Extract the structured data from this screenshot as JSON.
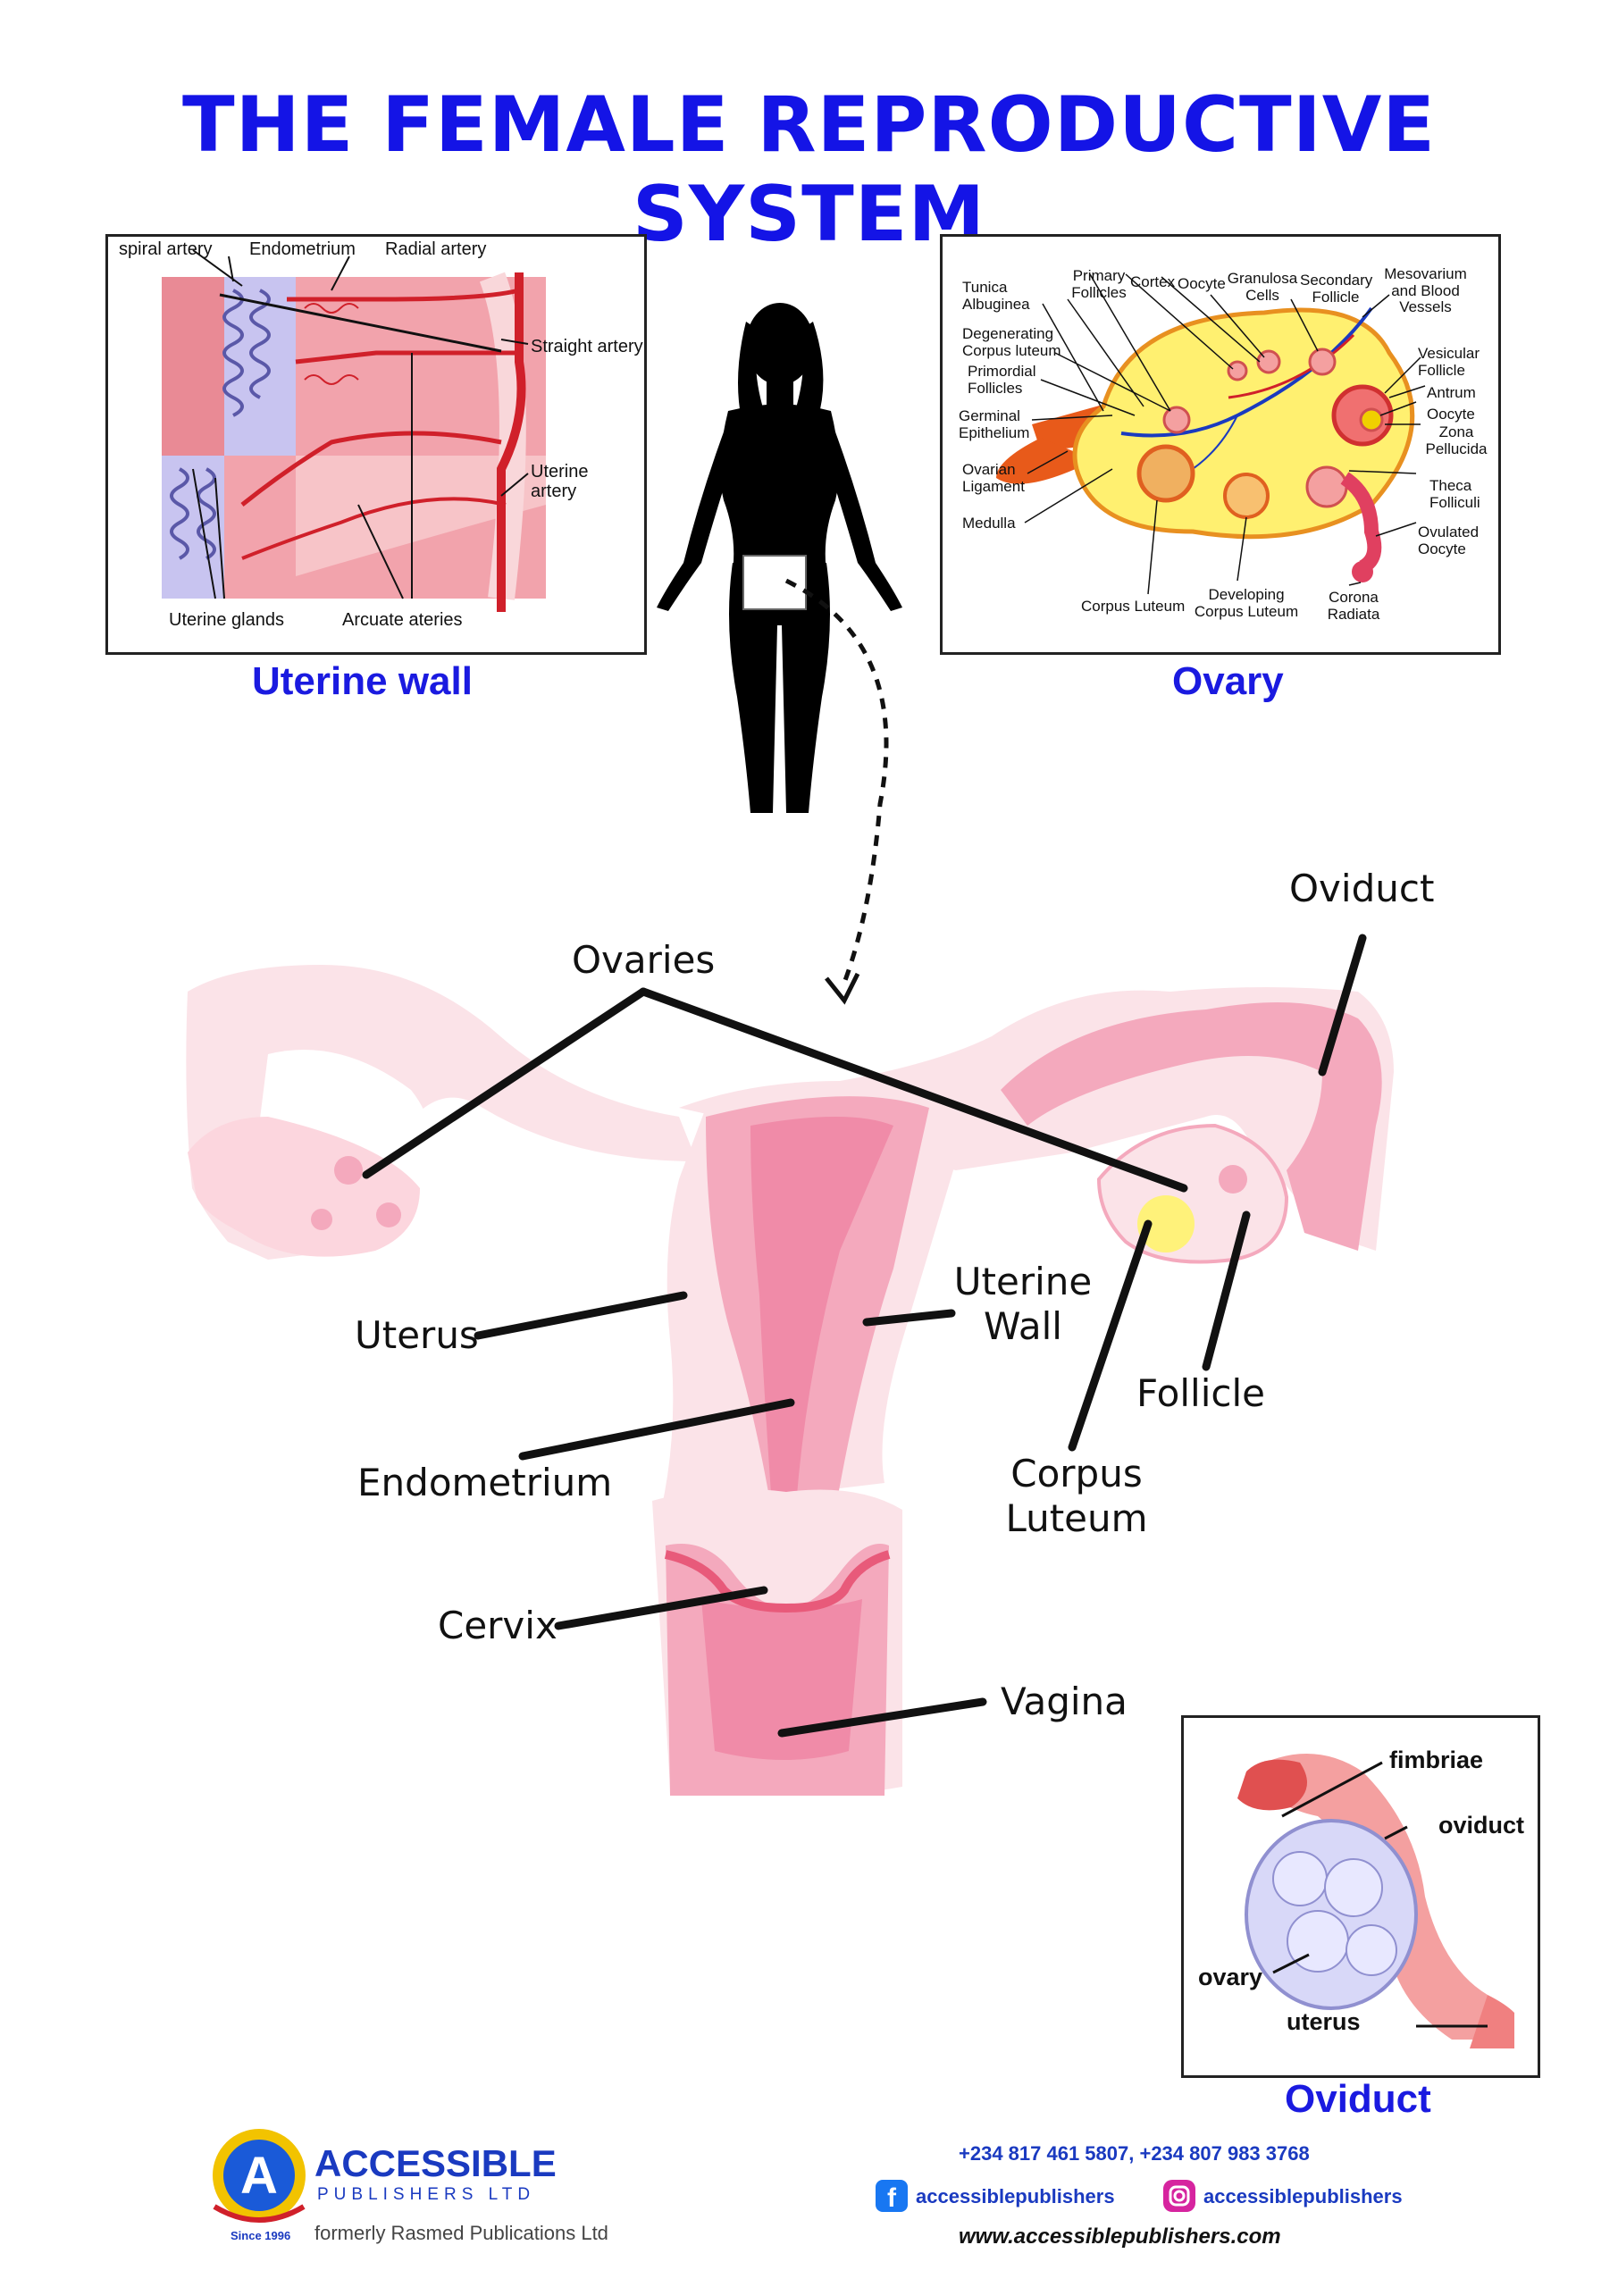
{
  "title": "THE FEMALE REPRODUCTIVE SYSTEM",
  "uterine_wall": {
    "caption": "Uterine wall",
    "labels": {
      "spiral_artery": "spiral artery",
      "endometrium": "Endometrium",
      "radial_artery": "Radial artery",
      "straight_artery": "Straight artery",
      "uterine_artery": "Uterine artery",
      "uterine_glands": "Uterine glands",
      "arcuate_ateries": "Arcuate ateries"
    }
  },
  "ovary": {
    "caption": "Ovary",
    "labels": {
      "tunica_albuginea": "Tunica Albuginea",
      "primary_follicles": "Primary Follicles",
      "cortex": "Cortex",
      "oocyte_top": "Oocyte",
      "granulosa_cells": "Granulosa Cells",
      "secondary_follicle": "Secondary Follicle",
      "mesovarium": "Mesovarium and Blood Vessels",
      "degenerating_corpus_luteum": "Degenerating Corpus luteum",
      "primordial_follicles": "Primordial Follicles",
      "germinal_epithelium": "Germinal Epithelium",
      "ovarian_ligament": "Ovarian Ligament",
      "medulla": "Medulla",
      "vesicular_follicle": "Vesicular Follicle",
      "antrum": "Antrum",
      "oocyte_right": "Oocyte",
      "zona_pellucida": "Zona Pellucida",
      "theca_folliculi": "Theca Folliculi",
      "ovulated_oocyte": "Ovulated Oocyte",
      "corpus_luteum": "Corpus Luteum",
      "developing_corpus_luteum": "Developing Corpus Luteum",
      "corona_radiata": "Corona Radiata"
    }
  },
  "main_diagram": {
    "labels": {
      "oviduct": "Oviduct",
      "ovaries": "Ovaries",
      "uterus": "Uterus",
      "uterine_wall": "Uterine Wall",
      "follicle": "Follicle",
      "endometrium": "Endometrium",
      "corpus_luteum": "Corpus Luteum",
      "cervix": "Cervix",
      "vagina": "Vagina"
    }
  },
  "oviduct_inset": {
    "caption": "Oviduct",
    "labels": {
      "fimbriae": "fimbriae",
      "oviduct": "oviduct",
      "ovary": "ovary",
      "uterus": "uterus"
    }
  },
  "footer": {
    "brand_name": "ACCESSIBLE",
    "brand_sub": "PUBLISHERS LTD",
    "formerly": "formerly Rasmed Publications Ltd",
    "since": "Since 1996",
    "phones": "+234 817 461 5807, +234 807 983 3768",
    "facebook": "accessiblepublishers",
    "instagram": "accessiblepublishers",
    "website": "www.accessiblepublishers.com"
  },
  "colors": {
    "title_blue": "#1414e6",
    "caption_blue": "#1a1ae0",
    "tissue_pink": "#f4a9bd",
    "artery_red": "#d0202a"
  }
}
